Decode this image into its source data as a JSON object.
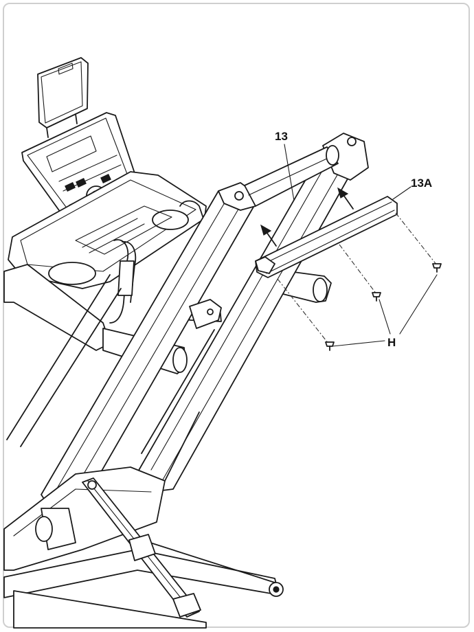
{
  "labels": {
    "upright": "13",
    "crossbar": "13A",
    "screws": "H"
  },
  "colors": {
    "line": "#1a1a1a",
    "frame_border": "#cfcfcf",
    "background": "#ffffff"
  }
}
